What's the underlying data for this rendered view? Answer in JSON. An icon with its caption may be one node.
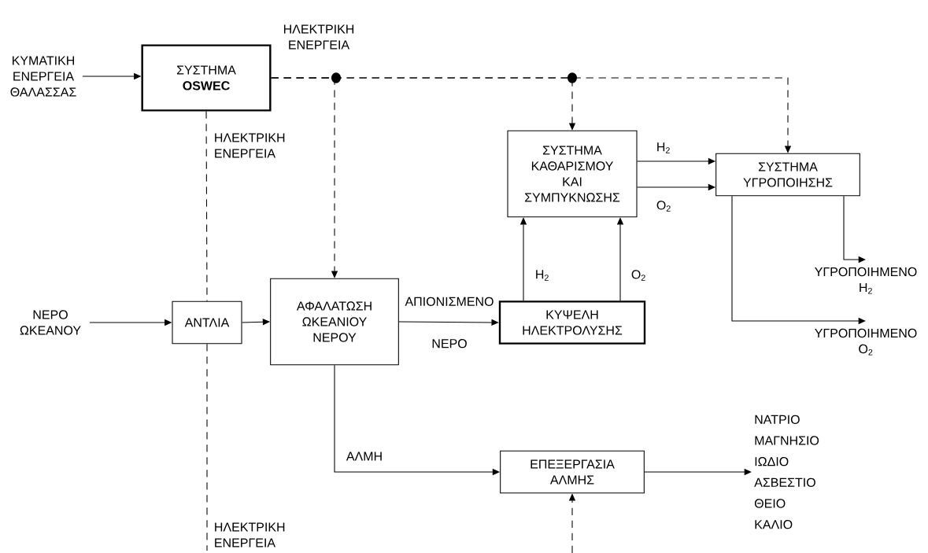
{
  "diagram": {
    "nodes": [
      {
        "text": [
          "ΚΥΜΑΤΙΚΗ ΕΝΕΡΓΕΙΑ ΘΑΛΑΣΣΑΣ"
        ]
      },
      {
        "text": [
          "ΣΥΣΤΗΜΑ **OSWEC**"
        ]
      },
      {
        "text": [
          "ΣΥΣΤΗΜΑ ΚΑΘΑΡΙΣΜΟΥ ΚΑΙ ΣΥΜΠΥΚΝΩΣΗΣ"
        ]
      },
      {
        "text": [
          "ΣΥΣΤΗΜΑ ΥΓΡΟΠΟΙΗΣΗΣ"
        ]
      },
      {
        "text": [
          "ΥΓΡΟΠΟΙΗΜΕΝΟ H$_{2}$"
        ]
      },
      {
        "text": [
          "ΝΕΡΟ ΩΚΕΑΝΟΥ"
        ]
      },
      {
        "text": [
          "ΑΝΤΛΙΑ"
        ]
      },
      {
        "text": [
          "ΑΦΑΛΑΤΩΣΗ ΩΚΕΑΝΙΟΥ ΝΕΡΟΥ"
        ]
      },
      {
        "text": [
          "ΚΥΨΕΛΗ ΗΛΕΚΤΡΟΛΥΣΗΣ"
        ]
      },
      {
        "text": [
          "ΥΓΡΟΠΟΙΗΜΕΝΟ O$_{2}$"
        ]
      },
      {
        "text": [
          "ΕΠΕΞΕΡΓΑΣΙΑ ΑΛΜΗΣ"
        ]
      },
      {
        "text": [
          "ΝΑΤΡΙΟ",
          "ΜΑΓΝΗΣΙΟ",
          "ΙΩΔΙΟ",
          "ΑΣΒΕΣΤΙΟ",
          "ΘΕΙΟ",
          "ΚΑΛΙΟ"
        ]
      }
    ],
    "edges": [
      {
        "from": 0,
        "to": 1,
        "arrow": "to"
      },
      {
        "from": 1,
        "to": 7,
        "arrow": "to",
        "style": "dashed",
        "label": "ΗΛΕΚΤΡΙΚΗ ΕΝΕΡΓΕΙΑ"
      },
      {
        "from": 1,
        "to": 2,
        "arrow": "to",
        "style": "dashed"
      },
      {
        "from": 1,
        "to": 3,
        "arrow": "to",
        "style": "dashed"
      },
      {
        "from": 1,
        "to": 6,
        "arrow": "none",
        "style": "dashed",
        "label": "ΗΛΕΚΤΡΙΚΗ ΕΝΕΡΓΕΙΑ"
      },
      {
        "from": 6,
        "to": null,
        "arrow": "none",
        "style": "dashed",
        "label": "ΗΛΕΚΤΡΙΚΗ ΕΝΕΡΓΕΙΑ"
      },
      {
        "from": null,
        "to": 10,
        "arrow": "to",
        "style": "dashed"
      },
      {
        "from": 5,
        "to": 6,
        "arrow": "to"
      },
      {
        "from": 6,
        "to": 7,
        "arrow": "to"
      },
      {
        "from": 7,
        "to": 8,
        "arrow": "to",
        "label": "ΑΠΙΟΝΙΣΜΕΝΟ ΝΕΡΟ"
      },
      {
        "from": 8,
        "to": 2,
        "arrow": "to",
        "label": "H$_{2}$"
      },
      {
        "from": 8,
        "to": 2,
        "arrow": "to",
        "label": "O$_{2}$"
      },
      {
        "from": 2,
        "to": 3,
        "arrow": "to",
        "label": "H$_{2}$"
      },
      {
        "from": 2,
        "to": 3,
        "arrow": "to",
        "label": "O$_{2}$"
      },
      {
        "from": 3,
        "to": 4,
        "arrow": "to"
      },
      {
        "from": 3,
        "to": 9,
        "arrow": "to"
      },
      {
        "from": 7,
        "to": 10,
        "arrow": "to",
        "label": "ΑΛΜΗ"
      },
      {
        "from": 10,
        "to": 11,
        "arrow": "to"
      }
    ]
  }
}
